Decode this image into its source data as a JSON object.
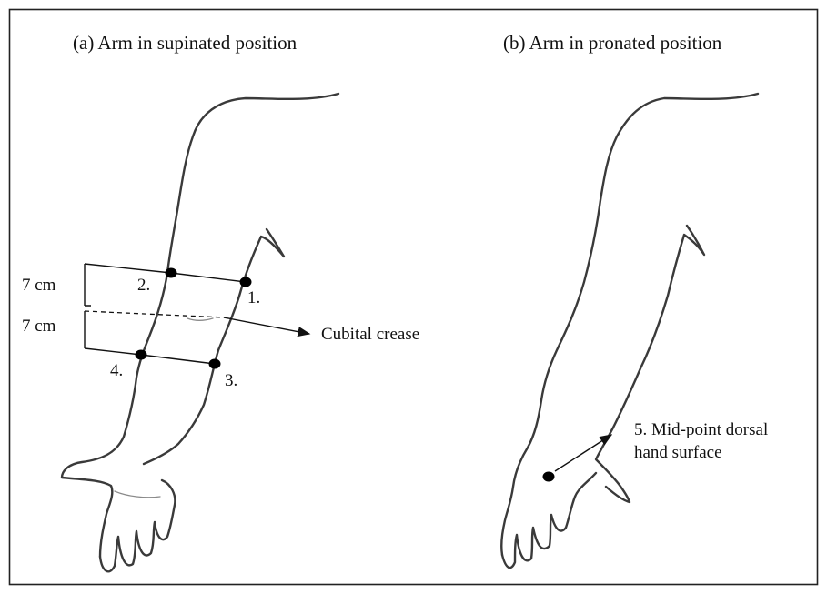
{
  "panels": {
    "a": {
      "title": "(a) Arm in supinated position"
    },
    "b": {
      "title": "(b) Arm in pronated position"
    }
  },
  "measurements": {
    "upper": "7 cm",
    "lower": "7 cm"
  },
  "points": {
    "p1": "1.",
    "p2": "2.",
    "p3": "3.",
    "p4": "4."
  },
  "annotations": {
    "cubital_crease": "Cubital crease",
    "dorsal_line1": "5. Mid-point dorsal",
    "dorsal_line2": "hand surface"
  },
  "colors": {
    "frame": "#222222",
    "ink": "#111111",
    "sketch": "#3a3a3a"
  }
}
